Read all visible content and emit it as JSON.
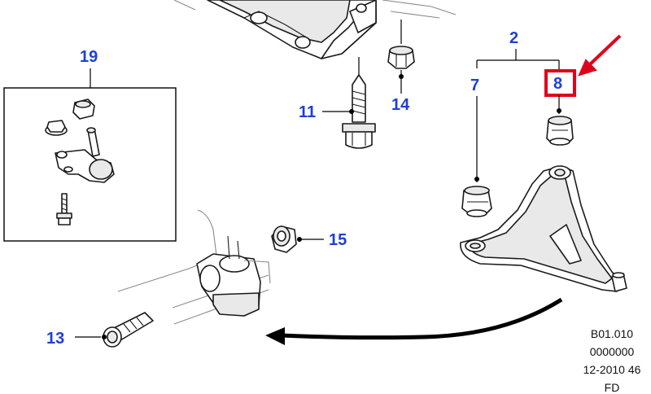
{
  "diagram": {
    "callouts": {
      "c2": "2",
      "c7": "7",
      "c8": "8",
      "c11": "11",
      "c13": "13",
      "c14": "14",
      "c15": "15",
      "c19": "19"
    },
    "highlight_color": "#e0001b",
    "callout_color": "#1e3fd6",
    "reference": {
      "line1": "B01.010",
      "line2": "0000000",
      "line3": "12-2010 46",
      "line4": "FD"
    }
  }
}
